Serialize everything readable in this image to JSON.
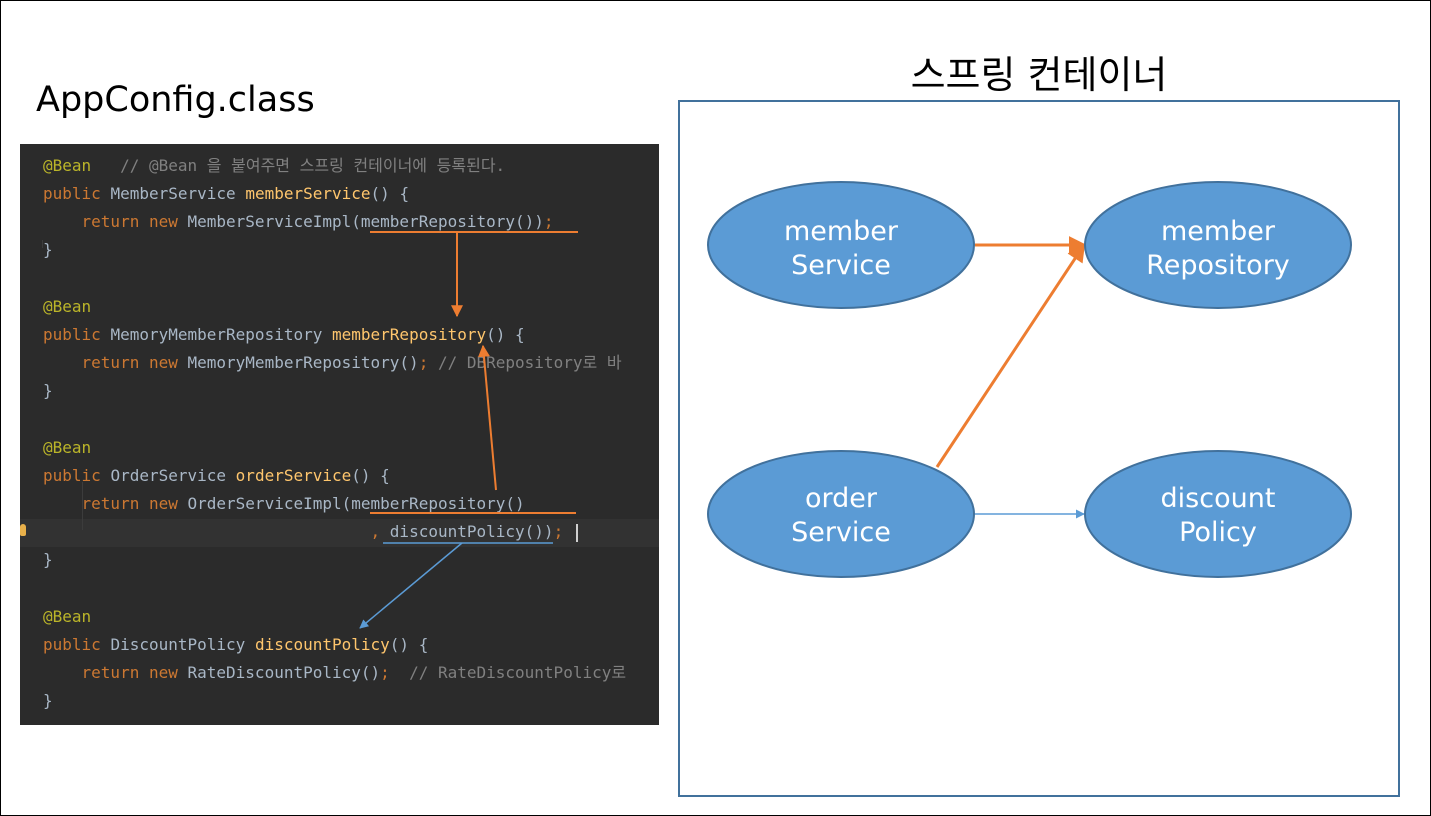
{
  "titles": {
    "left": "AppConfig.class",
    "right": "스프링 컨테이너"
  },
  "code": {
    "line1": {
      "annot": "@Bean",
      "comment": "// @Bean 을 붙여주면 스프링 컨테이너에 등록된다."
    },
    "line2": {
      "kw": "public",
      "type": "MemberService",
      "name": "memberService",
      "rest": "() {"
    },
    "line3": {
      "kw": "return new",
      "call": "MemberServiceImpl(memberRepository())",
      "semi": ";"
    },
    "line4": "}",
    "line6": {
      "annot": "@Bean"
    },
    "line7": {
      "kw": "public",
      "type": "MemoryMemberRepository",
      "name": "memberRepository",
      "rest": "() {"
    },
    "line8": {
      "kw": "return new",
      "call": "MemoryMemberRepository()",
      "semi": ";",
      "comment": "// DBRepository로 바"
    },
    "line9": "}",
    "line11": {
      "annot": "@Bean"
    },
    "line12": {
      "kw": "public",
      "type": "OrderService",
      "name": "orderService",
      "rest": "() {"
    },
    "line13": {
      "kw": "return new",
      "call": "OrderServiceImpl(memberRepository()"
    },
    "line14": {
      "comma": ",",
      "call": "discountPolicy())",
      "semi": ";"
    },
    "line15": "}",
    "line17": {
      "annot": "@Bean"
    },
    "line18": {
      "kw": "public",
      "type": "DiscountPolicy",
      "name": "discountPolicy",
      "rest": "() {"
    },
    "line19": {
      "kw": "return new",
      "call": "RateDiscountPolicy()",
      "semi": ";",
      "comment": "// RateDiscountPolicy로"
    },
    "line20": "}"
  },
  "diagram": {
    "nodes": [
      {
        "id": "member-service",
        "line1": "member",
        "line2": "Service"
      },
      {
        "id": "member-repository",
        "line1": "member",
        "line2": "Repository"
      },
      {
        "id": "order-service",
        "line1": "order",
        "line2": "Service"
      },
      {
        "id": "discount-policy",
        "line1": "discount",
        "line2": "Policy"
      }
    ],
    "edges": [
      {
        "from": "member-service",
        "to": "member-repository",
        "color": "orange"
      },
      {
        "from": "order-service",
        "to": "member-repository",
        "color": "orange"
      },
      {
        "from": "order-service",
        "to": "discount-policy",
        "color": "blue"
      }
    ]
  },
  "colors": {
    "node_fill": "#5b9bd5",
    "node_stroke": "#41719c",
    "orange_arrow": "#ed7d31",
    "blue_arrow": "#5b9bd5",
    "container_border": "#41719c",
    "code_bg": "#2b2b2b"
  }
}
